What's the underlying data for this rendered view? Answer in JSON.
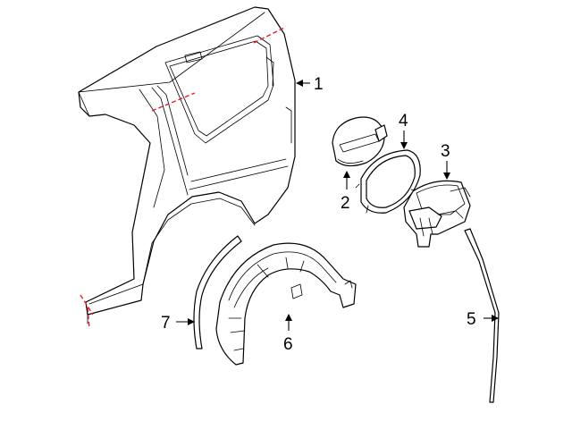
{
  "callouts": {
    "c1": "1",
    "c2": "2",
    "c3": "3",
    "c4": "4",
    "c5": "5",
    "c6": "6",
    "c7": "7"
  },
  "colors": {
    "line": "#000000",
    "cut_line": "#e0202a",
    "background": "#ffffff"
  }
}
